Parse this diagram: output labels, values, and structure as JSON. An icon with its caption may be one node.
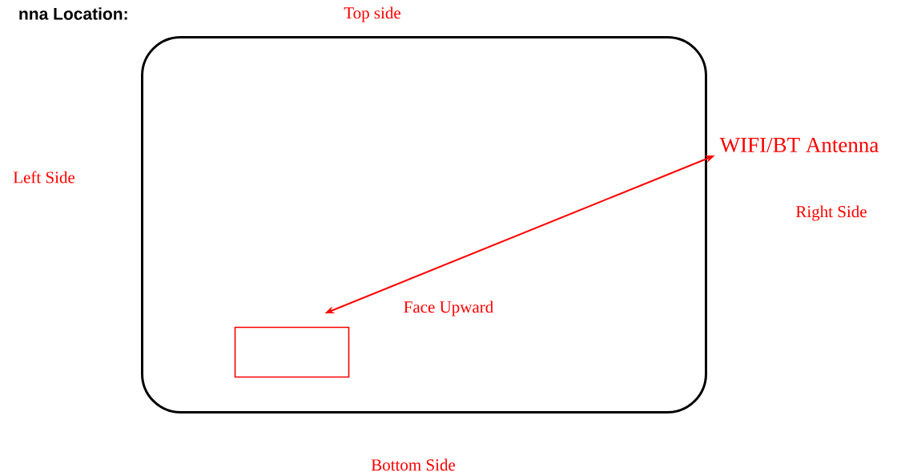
{
  "diagram": {
    "title": "nna Location:",
    "nodes": [
      {
        "text": [],
        "shape": "box"
      },
      {
        "text": [],
        "shape": "box",
        "in": 0
      },
      {
        "text": [
          "WIFI/BT Antenna"
        ]
      }
    ],
    "edges": [
      {
        "from": 2,
        "to": 1,
        "arrow": "both",
        "color": "#ff0000"
      }
    ],
    "labels": [
      "Top side",
      "Left Side",
      "Right Side",
      "Face Upward",
      "Bottom Side"
    ]
  }
}
